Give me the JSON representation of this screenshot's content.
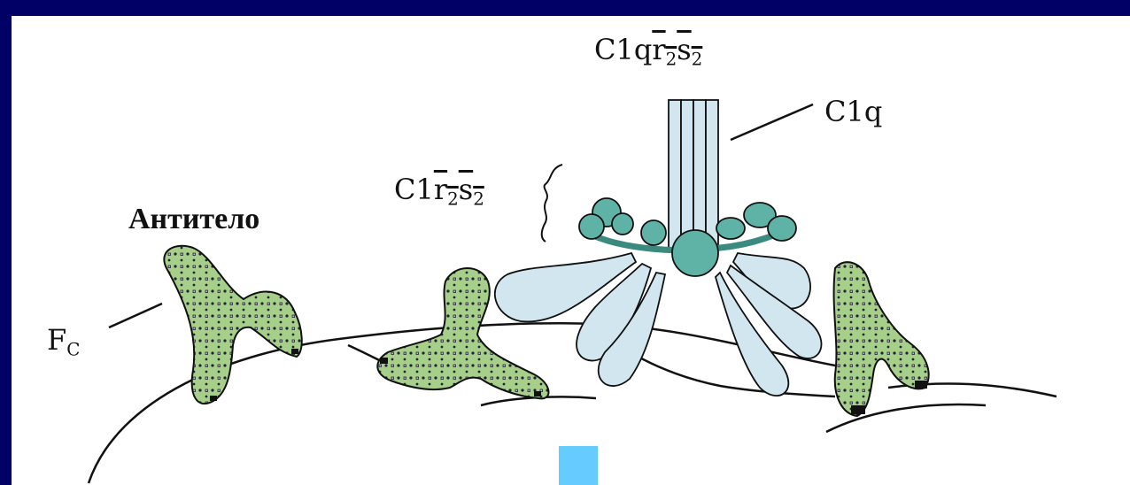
{
  "labels": {
    "c1q_complex": {
      "prefix": "C1q",
      "r": "r",
      "r_sub": "2",
      "s": "s",
      "s_sub": "2"
    },
    "c1q": "C1q",
    "c1rs": {
      "prefix": "C1",
      "r": "r",
      "r_sub": "2",
      "s": "s",
      "s_sub": "2"
    },
    "antibody": "Антитело",
    "fc": {
      "main": "F",
      "sub": "C"
    }
  },
  "colors": {
    "frame": "#000066",
    "background": "#ffffff",
    "antibody_fill": "#a6cf8a",
    "c1q_fill": "#d2e6ef",
    "c1rs_fill": "#5fb3a6",
    "marker": "#66ccff"
  },
  "icons": {
    "antibody": "antibody-y-shape-icon",
    "c1q": "c1q-tulip-bouquet-icon",
    "c1rs": "c1rs-ring-icon",
    "marker": "square-marker-icon"
  }
}
